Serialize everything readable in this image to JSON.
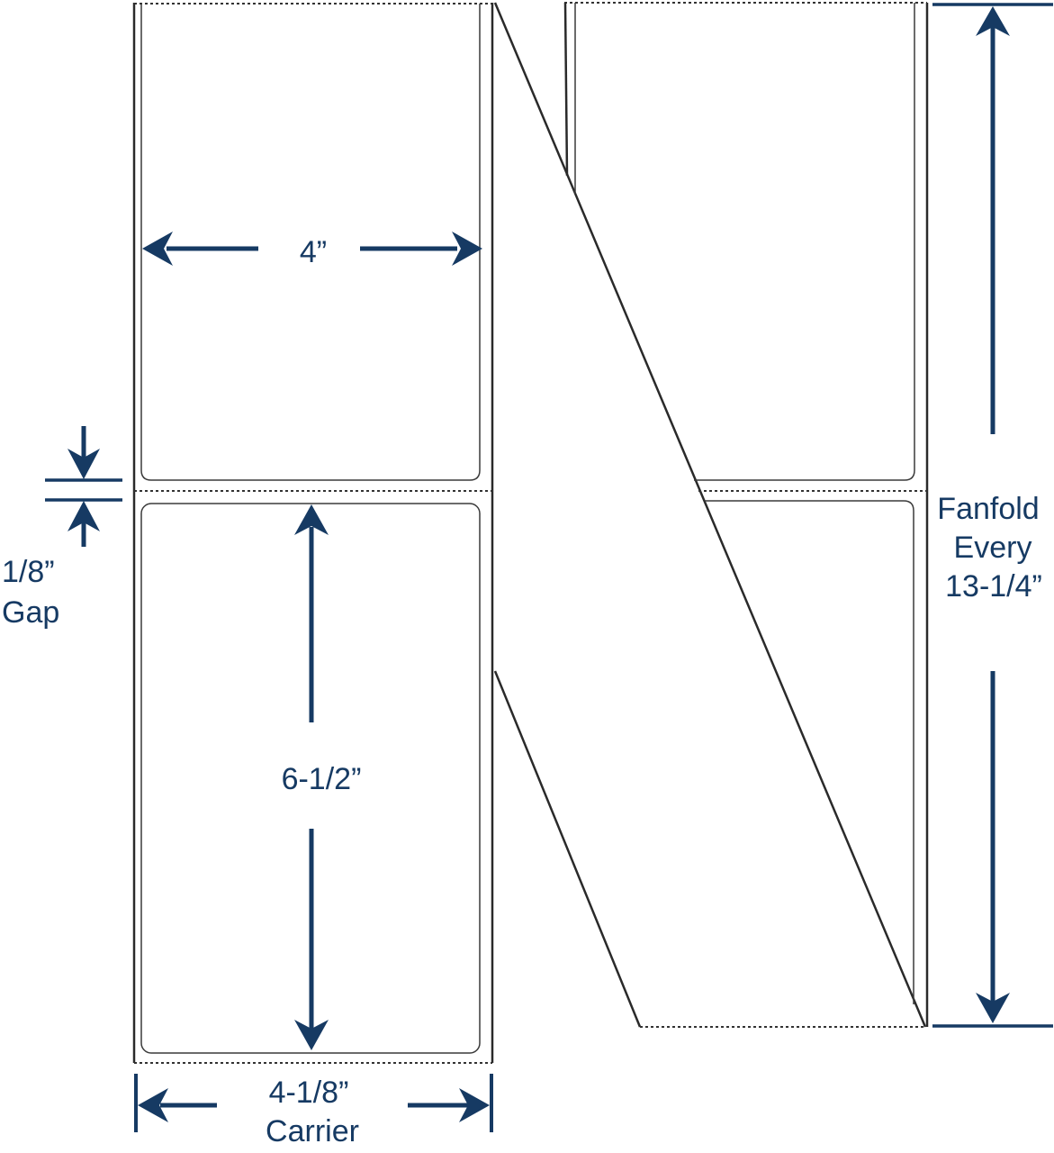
{
  "dimensions": {
    "label_width": "4”",
    "label_height": "6-1/2”",
    "gap_value": "1/8”",
    "gap_word": "Gap",
    "carrier_value": "4-1/8”",
    "carrier_word": "Carrier",
    "fanfold_line1": "Fanfold",
    "fanfold_line2": "Every",
    "fanfold_line3": "13-1/4”"
  },
  "colors": {
    "dimension": "#163a63",
    "outline": "#2a2a2a",
    "background": "#ffffff"
  }
}
